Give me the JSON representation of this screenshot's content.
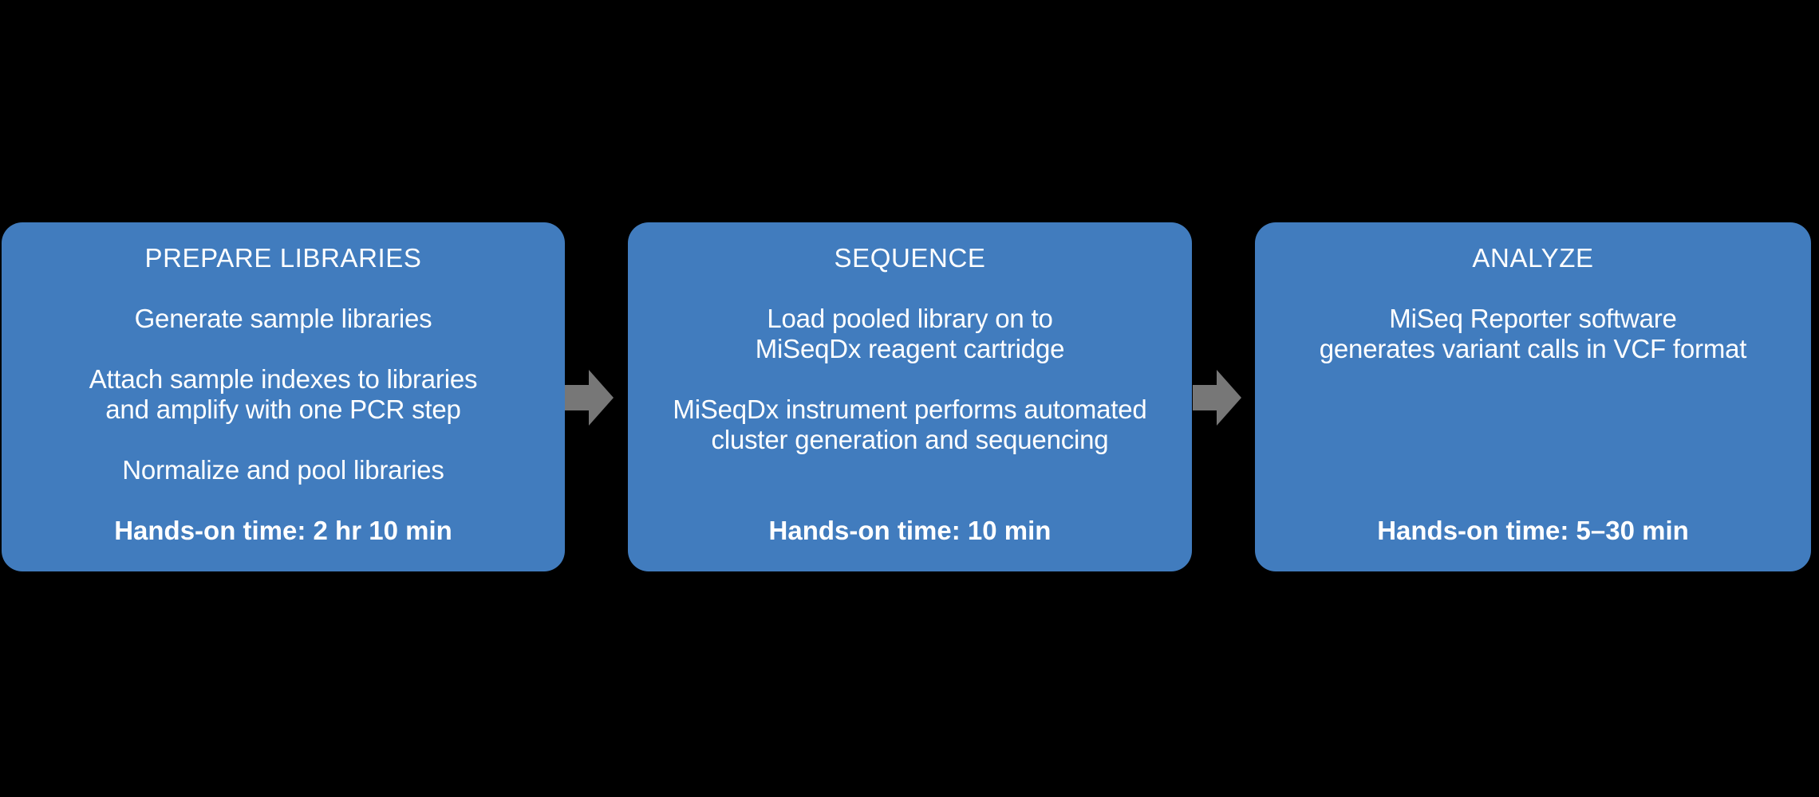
{
  "diagram": {
    "colors": {
      "background": "#000000",
      "box": "#417CBE",
      "arrow": "#777777",
      "text": "#FFFFFF"
    },
    "steps": [
      {
        "title": "PREPARE LIBRARIES",
        "items": [
          {
            "lines": [
              "Generate sample libraries"
            ]
          },
          {
            "lines": [
              "Attach sample indexes to libraries",
              "and amplify with one PCR step"
            ]
          },
          {
            "lines": [
              "Normalize and pool libraries"
            ]
          }
        ],
        "hands_on": "Hands-on time: 2 hr 10 min"
      },
      {
        "title": "SEQUENCE",
        "items": [
          {
            "lines": [
              "Load pooled library on to",
              "MiSeqDx reagent cartridge"
            ]
          },
          {
            "lines": [
              "MiSeqDx instrument performs automated",
              "cluster generation and sequencing"
            ]
          }
        ],
        "hands_on": "Hands-on time: 10 min"
      },
      {
        "title": "ANALYZE",
        "items": [
          {
            "lines": [
              "MiSeq Reporter software",
              "generates variant calls in VCF format"
            ]
          }
        ],
        "hands_on": "Hands-on time: 5–30 min"
      }
    ]
  }
}
